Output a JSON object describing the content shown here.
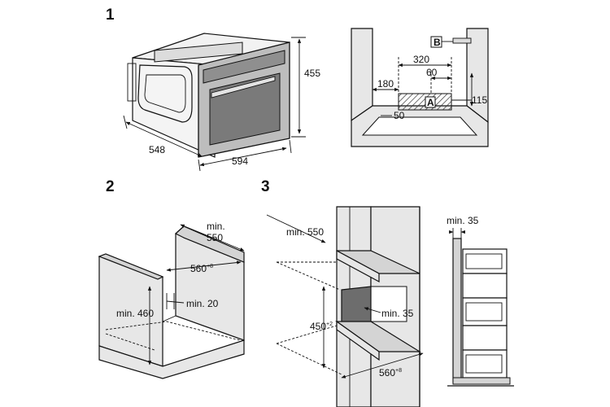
{
  "step_numbers": {
    "s1": "1",
    "s2": "2",
    "s3": "3"
  },
  "oven": {
    "depth": "548",
    "width": "594",
    "height": "455"
  },
  "front_view": {
    "label_a": "A",
    "label_b": "B",
    "dim_320": "320",
    "dim_60": "60",
    "dim_180": "180",
    "dim_115": "115",
    "dim_50": "50"
  },
  "undercounter": {
    "min_550_line1": "min.",
    "min_550_line2": "550",
    "width_560": "560",
    "width_560_tol": "+8",
    "min_20": "min. 20",
    "min_460": "min. 460"
  },
  "tall_unit": {
    "min_550": "min. 550",
    "height_450": "450",
    "height_450_tol": "+2",
    "min_35": "min. 35",
    "width_560": "560",
    "width_560_tol": "+8"
  },
  "side_view": {
    "min_35": "min. 35"
  }
}
